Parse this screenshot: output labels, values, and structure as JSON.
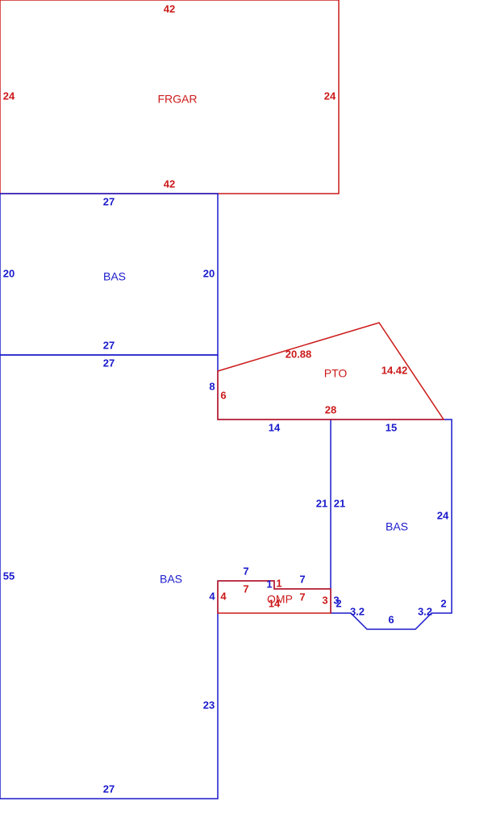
{
  "colors": {
    "bas": "#1a1acc",
    "addition": "#cc1a1a"
  },
  "areas": {
    "frgar": "FRGAR",
    "bas_upper": "BAS",
    "bas_main": "BAS",
    "pto": "PTO",
    "bas_right": "BAS",
    "omp": "OMP"
  },
  "frgar": {
    "top": "42",
    "left": "24",
    "right": "24",
    "bottom": "42"
  },
  "bas_upper": {
    "top": "27",
    "left": "20",
    "right": "20",
    "bottom": "27"
  },
  "bas_main": {
    "top": "27",
    "left": "55",
    "notch_right": "8",
    "top_right": "14",
    "notch_upper": "21",
    "step_top": "7",
    "step_small": "1",
    "step_top2": "7",
    "step_right": "3",
    "step_left": "4",
    "lower_right": "23",
    "bottom": "27"
  },
  "pto": {
    "left": "6",
    "slope_top": "20.88",
    "slope_right": "14.42",
    "bottom": "28"
  },
  "bas_right": {
    "top": "15",
    "left": "21",
    "right": "24",
    "bottom_left": "2",
    "bay_left": "3.2",
    "bay_bottom": "6",
    "bay_right": "3.2",
    "bottom_right": "2"
  },
  "omp": {
    "left": "4",
    "top_left": "7",
    "small": "1",
    "top_right": "7",
    "right": "3",
    "bottom": "14"
  }
}
